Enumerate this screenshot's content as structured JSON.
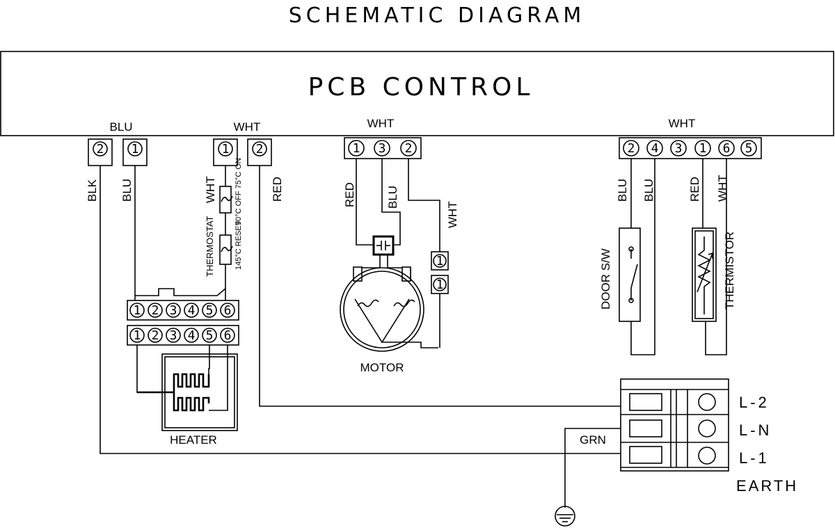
{
  "title": "SCHEMATIC DIAGRAM",
  "pcb": {
    "label": "PCB CONTROL"
  },
  "connectors": {
    "blu_group": {
      "label": "BLU",
      "pins": [
        "2",
        "1"
      ]
    },
    "wht_left": {
      "label": "WHT",
      "pins": [
        "1",
        "2"
      ]
    },
    "wht_motor": {
      "label": "WHT",
      "pins": [
        "1",
        "3",
        "2"
      ]
    },
    "wht_right": {
      "label": "WHT",
      "pins": [
        "2",
        "4",
        "3",
        "1",
        "6",
        "5"
      ]
    }
  },
  "wires": {
    "blk": "BLK",
    "blu": "BLU",
    "wht_thermostat": "WHT",
    "red_left": "RED",
    "motor_red": "RED",
    "motor_blu": "BLU",
    "motor_wht": "WHT",
    "door_blu_a": "BLU",
    "door_blu_b": "BLU",
    "therm_red": "RED",
    "therm_wht": "WHT",
    "grn": "GRN"
  },
  "thermostat": {
    "label": "THERMOSTAT",
    "rating1": "90°C OFF 75°C ON",
    "rating2": "145°C RESET"
  },
  "terminal_blocks": {
    "top": [
      "1",
      "2",
      "3",
      "4",
      "5",
      "6"
    ],
    "bottom": [
      "1",
      "2",
      "3",
      "4",
      "5",
      "6"
    ]
  },
  "motor_connector": [
    "1",
    "1"
  ],
  "components": {
    "heater": "HEATER",
    "motor": "MOTOR",
    "door_switch": "DOOR S/W",
    "thermistor": "THERMISTOR"
  },
  "power": {
    "l2": "L-2",
    "ln": "L-N",
    "l1": "L-1",
    "earth": "EARTH"
  }
}
